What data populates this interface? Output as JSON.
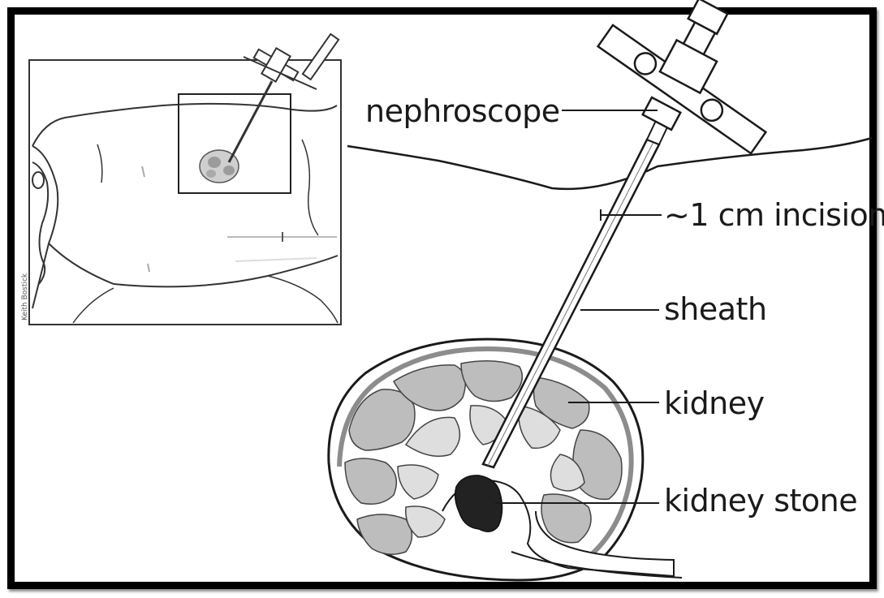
{
  "labels": {
    "nephroscope": "nephroscope",
    "incision": "~1 cm incision",
    "sheath": "sheath",
    "kidney": "kidney",
    "kidney_stone": "kidney stone"
  },
  "inset": {
    "credit": "Keith Bostick"
  },
  "colors": {
    "line": "#1a1a1a",
    "kidney_tissue": "#bdbdbd",
    "kidney_light": "#dcdcdc",
    "stone": "#222222",
    "frame": "#000000"
  }
}
